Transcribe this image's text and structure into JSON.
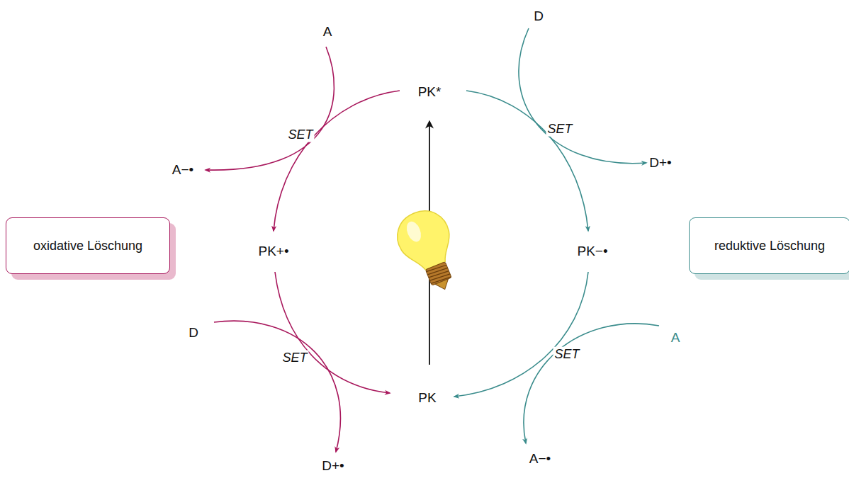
{
  "diagram": {
    "nodes": [
      {
        "text": [
          "oxidative Löschung"
        ]
      },
      {
        "text": [
          "reduktive Löschung"
        ]
      }
    ],
    "labels": [
      "A",
      "PK*",
      "D",
      "SET",
      "SET",
      "A−•",
      "D+•",
      "PK+•",
      "PK−•",
      "D",
      "SET",
      "A",
      "SET",
      "PK",
      "D+•",
      "A−•"
    ]
  }
}
